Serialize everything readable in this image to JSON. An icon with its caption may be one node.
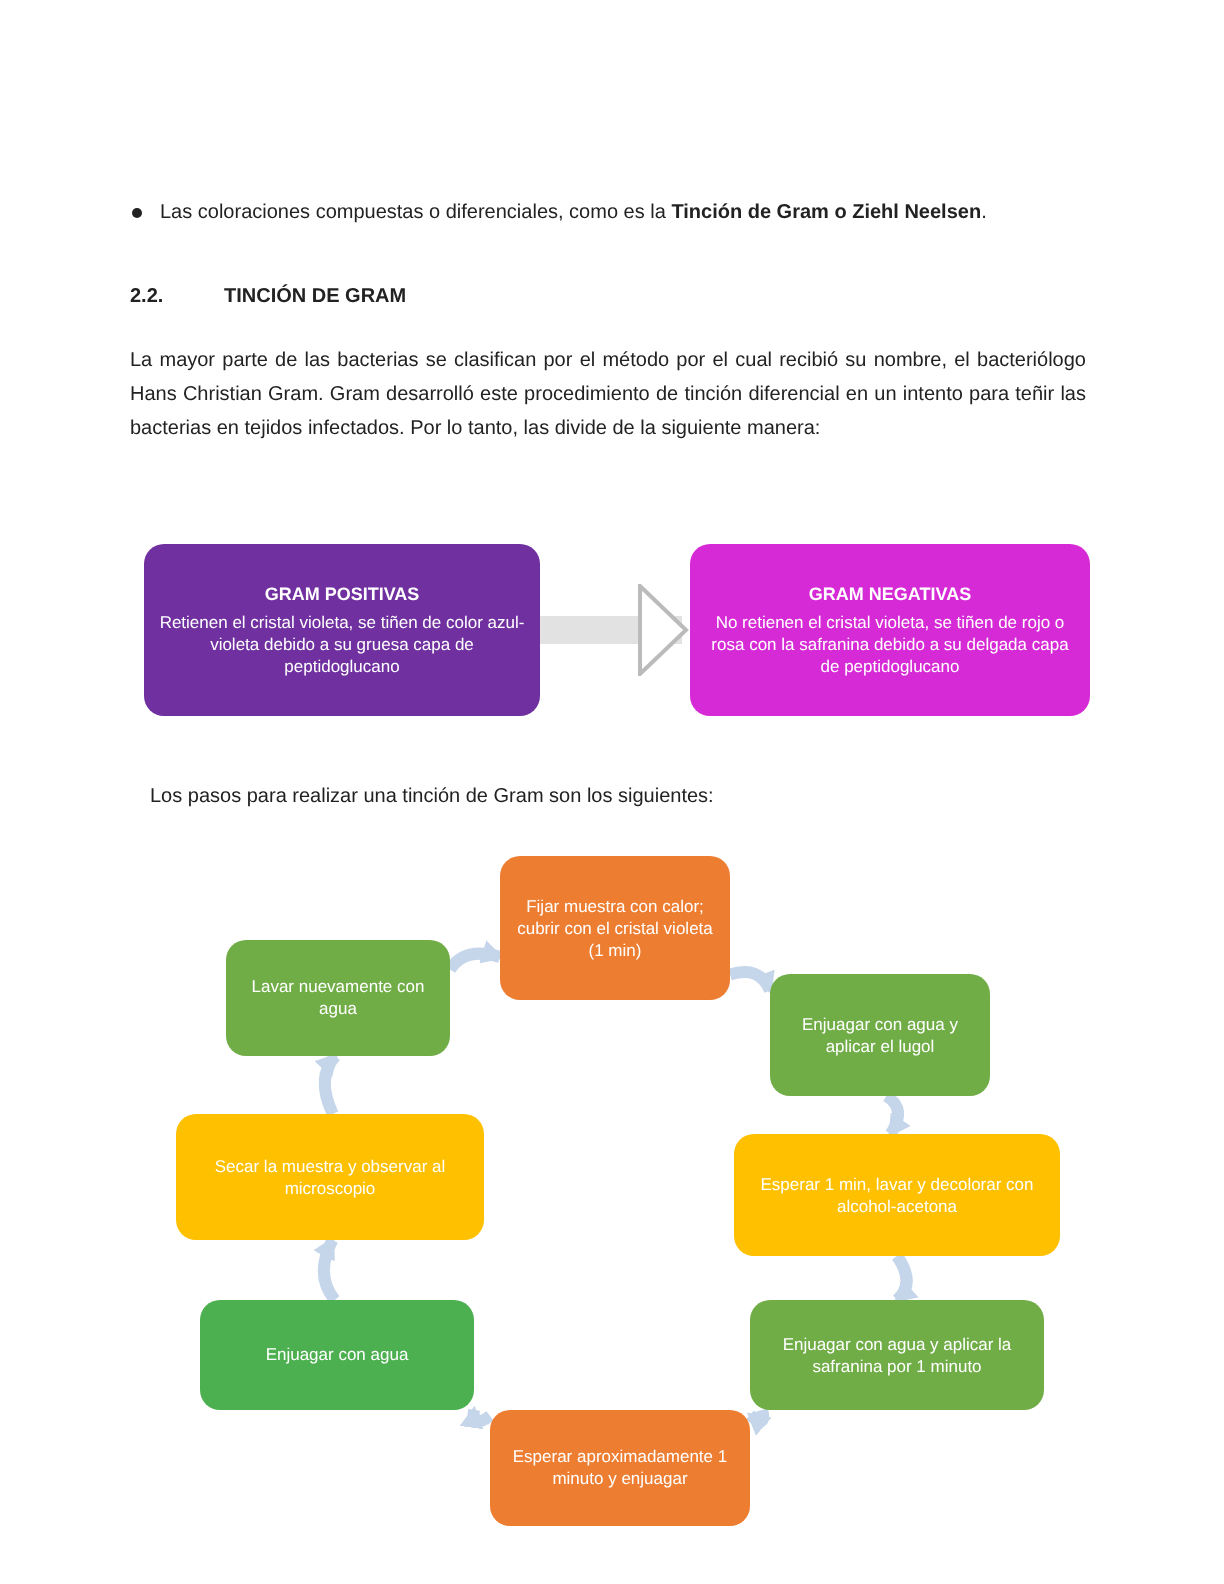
{
  "diagram": {
    "nodes": [
      {
        "text": [
          "GRAM POSITIVAS",
          "Retienen el cristal violeta, se tiñen de color azul-violeta debido a su gruesa capa de peptidoglucano"
        ]
      },
      {
        "text": [
          "GRAM NEGATIVAS",
          "No retienen el cristal violeta, se tiñen de rojo o rosa con la safranina debido a su delgada capa de peptidoglucano"
        ]
      },
      {
        "text": [
          "Fijar muestra con calor; cubrir con el cristal violeta (1 min)"
        ]
      },
      {
        "text": [
          "Enjuagar con agua y aplicar el lugol"
        ]
      },
      {
        "text": [
          "Esperar 1 min, lavar y decolorar con alcohol-acetona"
        ]
      },
      {
        "text": [
          "Enjuagar con agua y aplicar la safranina por 1 minuto"
        ]
      },
      {
        "text": [
          "Esperar aproximadamente 1 minuto y enjuagar"
        ]
      },
      {
        "text": [
          "Enjuagar con agua"
        ]
      },
      {
        "text": [
          "Secar la muestra y observar al microscopio"
        ]
      },
      {
        "text": [
          "Lavar nuevamente con agua"
        ]
      }
    ],
    "edges": [
      {
        "from": 0,
        "to": 1,
        "arrow": "to",
        "style": "thick"
      },
      {
        "from": 2,
        "to": 3,
        "arrow": "to"
      },
      {
        "from": 3,
        "to": 4,
        "arrow": "to"
      },
      {
        "from": 4,
        "to": 5,
        "arrow": "to"
      },
      {
        "from": 5,
        "to": 6,
        "arrow": "to"
      },
      {
        "from": 6,
        "to": 7,
        "arrow": "to"
      },
      {
        "from": 7,
        "to": 8,
        "arrow": "to"
      },
      {
        "from": 8,
        "to": 9,
        "arrow": "to"
      },
      {
        "from": 9,
        "to": 2,
        "arrow": "to"
      }
    ],
    "labels": [
      "Las coloraciones compuestas o diferenciales, como es la **Tinción de Gram o Ziehl Neelsen**.",
      "2.2.",
      "TINCIÓN DE GRAM",
      "La mayor parte de las bacterias se clasifican por el método por el cual recibió su nombre, el bacteriólogo Hans Christian Gram. Gram desarrolló este procedimiento de tinción diferencial en un intento para teñir las bacterias en tejidos infectados. Por lo tanto, las divide de la siguiente manera:",
      "Los pasos para realizar una tinción de Gram son los siguientes:"
    ]
  }
}
